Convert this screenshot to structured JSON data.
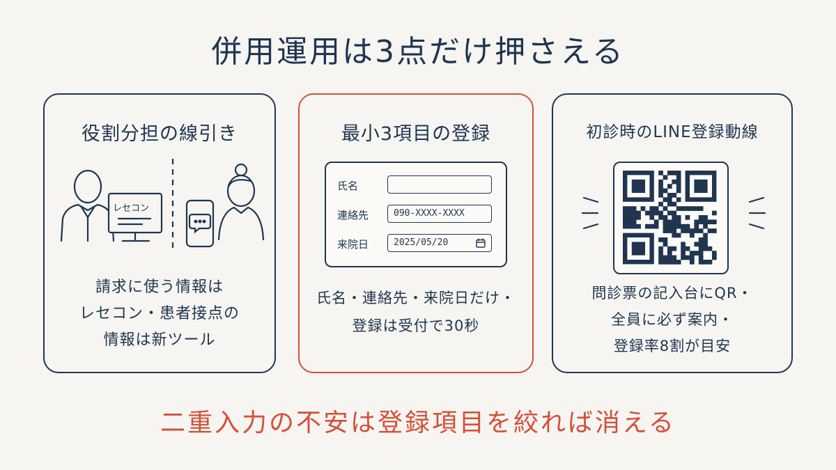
{
  "title": "併用運用は3点だけ押さえる",
  "cards": [
    {
      "title": "役割分担の線引き",
      "screen_label": "レセコン",
      "icons": [
        "staff-person-icon",
        "computer-monitor-icon",
        "smartphone-chat-icon",
        "patient-person-icon"
      ],
      "desc_lines": [
        "請求に使う情報は",
        "レセコン・患者接点の",
        "情報は新ツール"
      ]
    },
    {
      "title": "最小3項目の登録",
      "form": {
        "fields": [
          {
            "label": "氏名",
            "value": ""
          },
          {
            "label": "連絡先",
            "value": "090-XXXX-XXXX"
          },
          {
            "label": "来院日",
            "value": "2025/05/20"
          }
        ]
      },
      "icons": [
        "calendar-icon"
      ],
      "desc_lines": [
        "氏名・連絡先・来院日だけ・",
        "登録は受付で30秒"
      ]
    },
    {
      "title": "初診時のLINE登録動線",
      "icons": [
        "qr-code-icon"
      ],
      "desc_lines": [
        "問診票の記入台にQR・",
        "全員に必ず案内・",
        "登録率8割が目安"
      ]
    }
  ],
  "footer": "二重入力の不安は登録項目を絞れば消える",
  "colors": {
    "navy": "#1f3550",
    "accent": "#d4503a",
    "background": "#f6f5f1"
  }
}
